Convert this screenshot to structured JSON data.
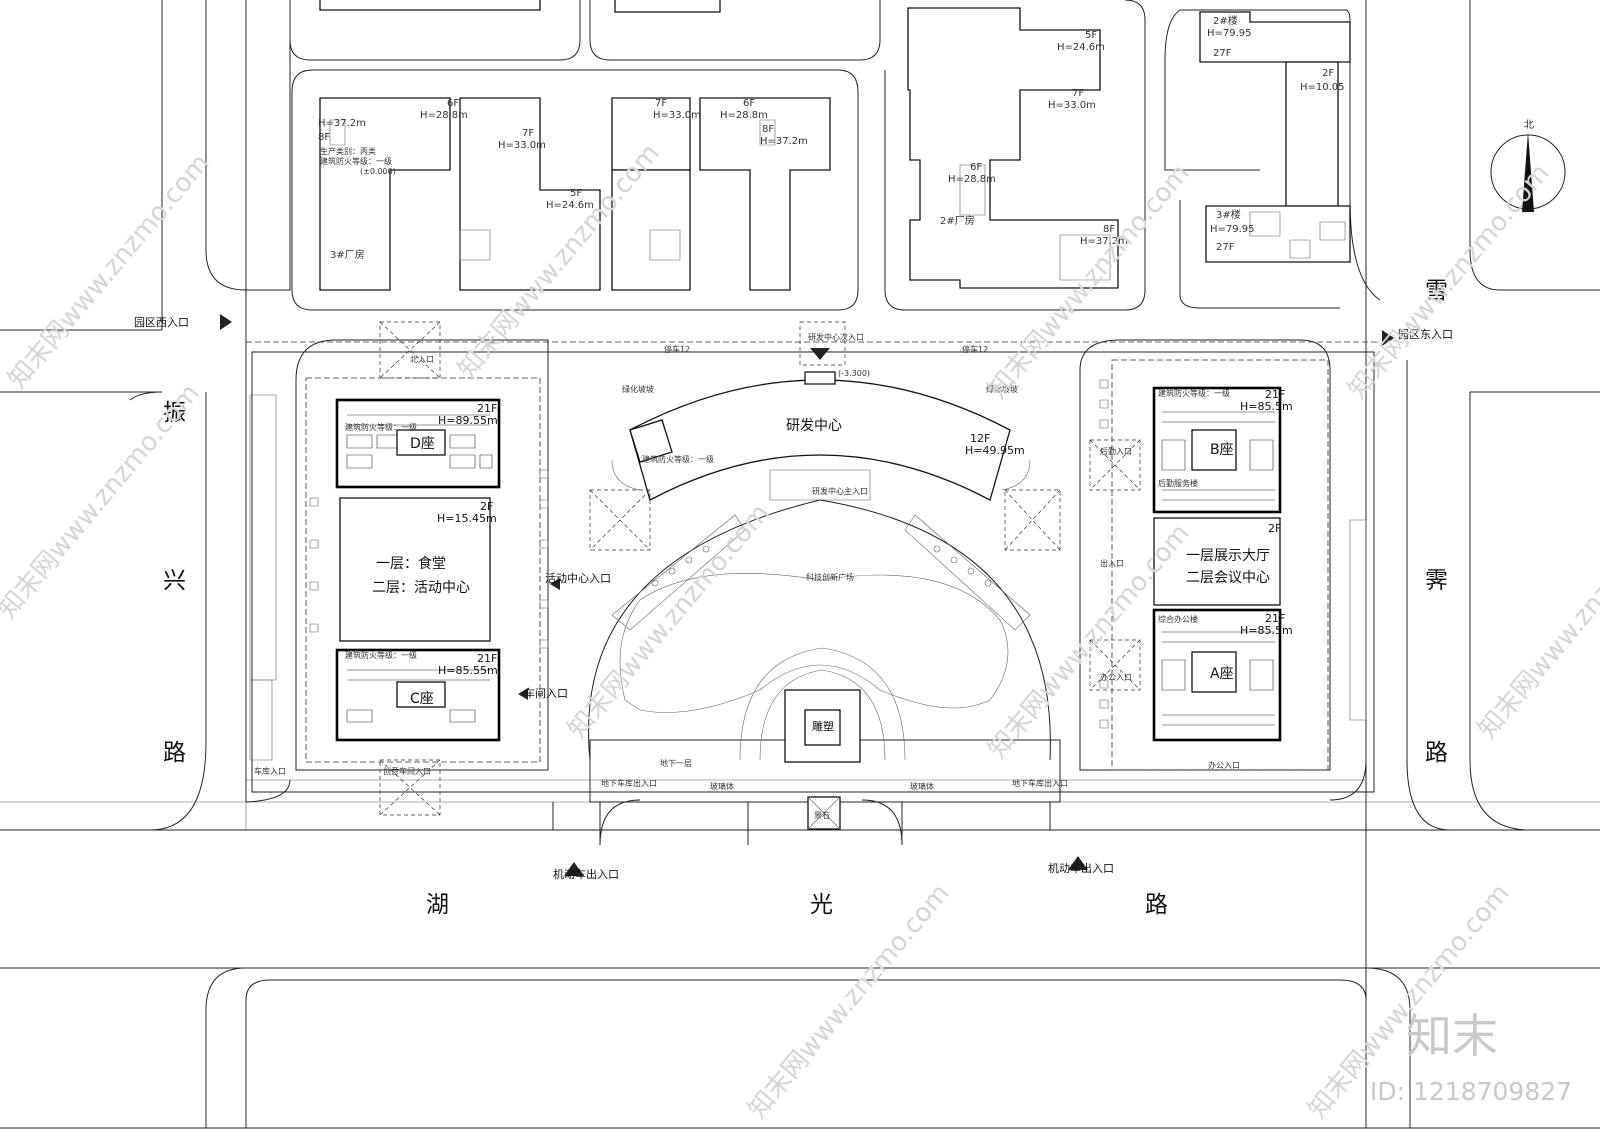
{
  "roads": {
    "west": [
      "振",
      "兴",
      "路"
    ],
    "east": [
      "雪",
      "霁",
      "路"
    ],
    "south": [
      "湖",
      "光",
      "路"
    ]
  },
  "entrances": {
    "west_park": "园区西入口",
    "east_park": "园区东入口",
    "motor_exit_entry_1": "机动车出入口",
    "motor_exit_entry_2": "机动车出入口",
    "rd_center_secondary": "研发中心次入口",
    "rd_center_main": "研发中心主入口",
    "activity_center": "活动中心入口",
    "workshop": "车间入口",
    "creative_workshop": "创意车间入口",
    "north": "北入口",
    "logistics": "后勤入口",
    "office": "办公入口",
    "office_south": "办公入口",
    "exit": "出入口",
    "underground_1": "地下车库出入口",
    "underground_2": "地下车库出入口",
    "vehicle": "车库入口"
  },
  "north_buildings": [
    {
      "label": "3#厂房",
      "floors": "8F",
      "height": "H=37.2m"
    },
    {
      "label": "",
      "floors": "6F",
      "height": "H=28.8m"
    },
    {
      "label": "",
      "floors": "7F",
      "height": "H=33.0m"
    },
    {
      "label": "",
      "floors": "5F",
      "height": "H=24.6m"
    },
    {
      "label": "",
      "floors": "7F",
      "height": "H=33.0m"
    },
    {
      "label": "",
      "floors": "6F",
      "height": "H=28.8m"
    },
    {
      "label": "",
      "floors": "8F",
      "height": "H=37.2m"
    }
  ],
  "northeast_buildings": [
    {
      "floors": "5F",
      "height": "H=24.6m"
    },
    {
      "floors": "7F",
      "height": "H=33.0m"
    },
    {
      "floors": "6F",
      "height": "H=28.8m"
    },
    {
      "label": "2#厂房",
      "floors": "8F",
      "height": "H=37.2m"
    }
  ],
  "far_east": [
    {
      "label": "2#楼",
      "height": "H=79.95",
      "floors": "27F"
    },
    {
      "label": "",
      "floors": "2F",
      "height": "H=10.05"
    },
    {
      "label": "3#楼",
      "height": "H=79.95",
      "floors": "27F"
    }
  ],
  "notes": {
    "production_class": "生产类别：丙类",
    "fire_rating": "建筑防火等级：一级",
    "zero": "(±0.000)"
  },
  "site": {
    "d_block": {
      "name": "D座",
      "floors": "21F",
      "height": "H=89.55m",
      "fire": "建筑防火等级：一级"
    },
    "c_block": {
      "name": "C座",
      "floors": "21F",
      "height": "H=85.55m",
      "fire": "建筑防火等级：一级"
    },
    "canteen": {
      "line1": "一层：食堂",
      "line2": "二层：活动中心",
      "floors": "2F",
      "height": "H=15.45m"
    },
    "rd_center": {
      "name": "研发中心",
      "floors": "12F",
      "height": "H=49.95m",
      "fire": "建筑防火等级：一级"
    },
    "b_block": {
      "name": "B座",
      "floors": "21F",
      "height": "H=85.5m",
      "fire": "建筑防火等级：一级",
      "sub": "后勤服务楼"
    },
    "expo": {
      "line1": "一层展示大厅",
      "line2": "二层会议中心",
      "floors": "2F"
    },
    "a_block": {
      "name": "A座",
      "floors": "21F",
      "height": "H=85.5m",
      "sub": "综合办公楼"
    },
    "plaza": "科技创新广场",
    "sculpture": "雕塑",
    "stage": "景石",
    "glass_1": "玻璃体",
    "glass_2": "玻璃体",
    "slope_1": "绿化坡坡",
    "slope_2": "绿化坡坡",
    "parking_12a": "停车12",
    "parking_12b": "停车12",
    "basement": "地下一层",
    "north_arrow": "北",
    "elev": "(-3.300)"
  },
  "watermark": {
    "text": "知末网www.znzmo.com",
    "brand": "知末",
    "id": "ID: 1218709827"
  }
}
